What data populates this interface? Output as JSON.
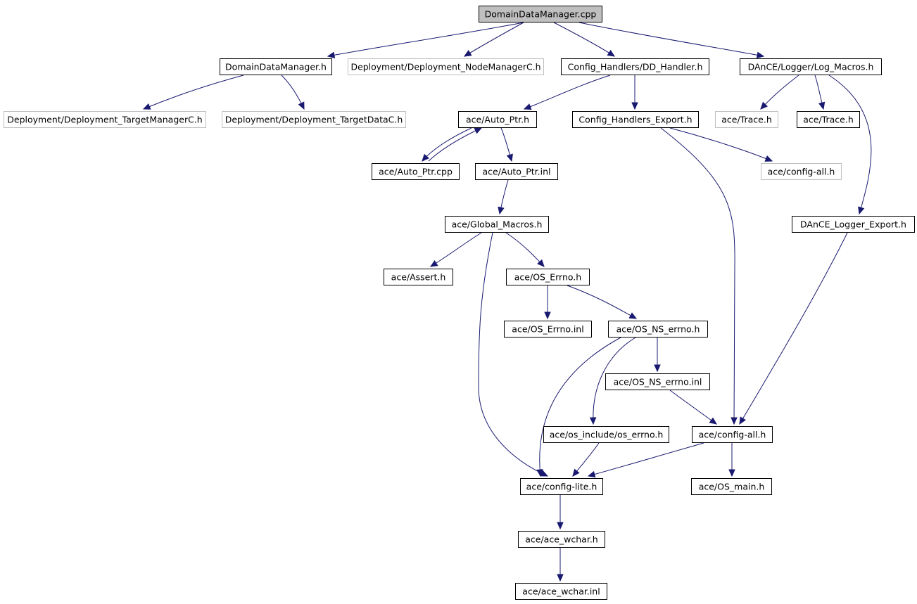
{
  "diagram": {
    "nodes": [
      {
        "id": "root",
        "label": "DomainDataManager.cpp",
        "kind": "root"
      },
      {
        "id": "ddm_h",
        "label": "DomainDataManager.h",
        "kind": "normal"
      },
      {
        "id": "nodemgr",
        "label": "Deployment/Deployment_NodeManagerC.h",
        "kind": "missing"
      },
      {
        "id": "ddh",
        "label": "Config_Handlers/DD_Handler.h",
        "kind": "normal"
      },
      {
        "id": "logmac",
        "label": "DAnCE/Logger/Log_Macros.h",
        "kind": "normal"
      },
      {
        "id": "targetmgr",
        "label": "Deployment/Deployment_TargetManagerC.h",
        "kind": "missing"
      },
      {
        "id": "targetdata",
        "label": "Deployment/Deployment_TargetDataC.h",
        "kind": "missing"
      },
      {
        "id": "autoptr_h",
        "label": "ace/Auto_Ptr.h",
        "kind": "normal"
      },
      {
        "id": "che",
        "label": "Config_Handlers_Export.h",
        "kind": "normal"
      },
      {
        "id": "trace_gray",
        "label": "ace/Trace.h",
        "kind": "missing"
      },
      {
        "id": "trace",
        "label": "ace/Trace.h",
        "kind": "normal"
      },
      {
        "id": "autoptr_cpp",
        "label": "ace/Auto_Ptr.cpp",
        "kind": "normal"
      },
      {
        "id": "autoptr_inl",
        "label": "ace/Auto_Ptr.inl",
        "kind": "normal"
      },
      {
        "id": "configall_gray",
        "label": "ace/config-all.h",
        "kind": "missing"
      },
      {
        "id": "globalmac",
        "label": "ace/Global_Macros.h",
        "kind": "normal"
      },
      {
        "id": "dlexport",
        "label": "DAnCE_Logger_Export.h",
        "kind": "normal"
      },
      {
        "id": "assert",
        "label": "ace/Assert.h",
        "kind": "normal"
      },
      {
        "id": "oserrno_h",
        "label": "ace/OS_Errno.h",
        "kind": "normal"
      },
      {
        "id": "oserrno_inl",
        "label": "ace/OS_Errno.inl",
        "kind": "normal"
      },
      {
        "id": "osnserrno_h",
        "label": "ace/OS_NS_errno.h",
        "kind": "normal"
      },
      {
        "id": "osnserrno_inl",
        "label": "ace/OS_NS_errno.inl",
        "kind": "normal"
      },
      {
        "id": "osinc",
        "label": "ace/os_include/os_errno.h",
        "kind": "normal"
      },
      {
        "id": "configall",
        "label": "ace/config-all.h",
        "kind": "normal"
      },
      {
        "id": "configlite",
        "label": "ace/config-lite.h",
        "kind": "normal"
      },
      {
        "id": "osmain",
        "label": "ace/OS_main.h",
        "kind": "normal"
      },
      {
        "id": "wchar_h",
        "label": "ace/ace_wchar.h",
        "kind": "normal"
      },
      {
        "id": "wchar_inl",
        "label": "ace/ace_wchar.inl",
        "kind": "normal"
      }
    ],
    "edges": [
      {
        "from": "root",
        "to": "ddm_h"
      },
      {
        "from": "root",
        "to": "nodemgr"
      },
      {
        "from": "root",
        "to": "ddh"
      },
      {
        "from": "root",
        "to": "logmac"
      },
      {
        "from": "ddm_h",
        "to": "targetmgr"
      },
      {
        "from": "ddm_h",
        "to": "targetdata"
      },
      {
        "from": "ddh",
        "to": "autoptr_h"
      },
      {
        "from": "ddh",
        "to": "che"
      },
      {
        "from": "logmac",
        "to": "trace_gray"
      },
      {
        "from": "logmac",
        "to": "trace"
      },
      {
        "from": "logmac",
        "to": "dlexport"
      },
      {
        "from": "autoptr_h",
        "to": "autoptr_cpp"
      },
      {
        "from": "autoptr_cpp",
        "to": "autoptr_h"
      },
      {
        "from": "autoptr_h",
        "to": "autoptr_inl"
      },
      {
        "from": "che",
        "to": "configall_gray"
      },
      {
        "from": "che",
        "to": "configall"
      },
      {
        "from": "autoptr_inl",
        "to": "globalmac"
      },
      {
        "from": "globalmac",
        "to": "assert"
      },
      {
        "from": "globalmac",
        "to": "oserrno_h"
      },
      {
        "from": "globalmac",
        "to": "configlite"
      },
      {
        "from": "dlexport",
        "to": "configall"
      },
      {
        "from": "oserrno_h",
        "to": "oserrno_inl"
      },
      {
        "from": "oserrno_h",
        "to": "osnserrno_h"
      },
      {
        "from": "osnserrno_h",
        "to": "osnserrno_inl"
      },
      {
        "from": "osnserrno_h",
        "to": "osinc"
      },
      {
        "from": "osnserrno_h",
        "to": "configlite"
      },
      {
        "from": "osnserrno_inl",
        "to": "configall"
      },
      {
        "from": "osinc",
        "to": "configlite"
      },
      {
        "from": "configall",
        "to": "configlite"
      },
      {
        "from": "configall",
        "to": "osmain"
      },
      {
        "from": "configlite",
        "to": "wchar_h"
      },
      {
        "from": "wchar_h",
        "to": "wchar_inl"
      }
    ]
  }
}
